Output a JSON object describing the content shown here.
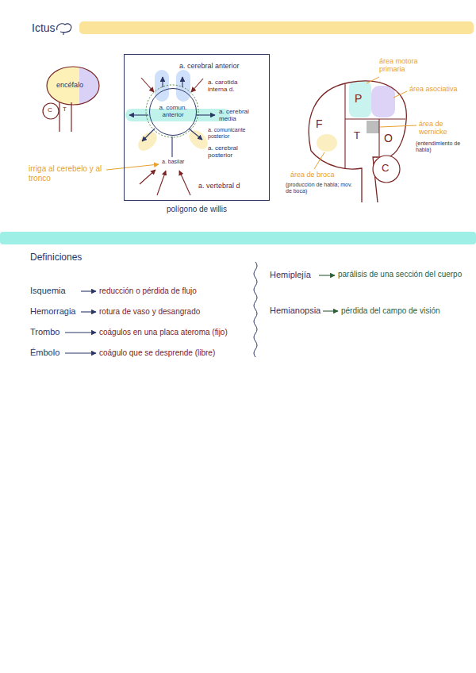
{
  "diagram": {
    "title": "Ictus",
    "nodes": [
      {
        "text": [
          "polígono de willis"
        ]
      },
      {
        "text": [
          "a. comun. anterior"
        ],
        "in": 0
      }
    ],
    "labels": [
      "encéfalo",
      "C",
      "T",
      "irriga al cerebelo y al tronco",
      "a. cerebral anterior",
      "a. carotida interna d.",
      "a. cerebral media",
      "a. comunicante posterior",
      "a. cerebral posterior",
      "a. basilar",
      "a. vertebral d",
      "área motora primaria",
      "área asociativa",
      "P",
      "F",
      "T",
      "O",
      "área de wernicke",
      "(entendimiento de habla)",
      "C",
      "área de broca",
      "(producción de habla; mov. de boca)",
      "Definiciones",
      "Isquemia",
      "reducción o pérdida de flujo",
      "Hemorragia",
      "rotura de vaso y desangrado",
      "Trombo",
      "coágulos en una placa ateroma (fijo)",
      "Émbolo",
      "coágulo que se desprende (libre)",
      "Hemiplejía",
      "parálisis de una sección del cuerpo",
      "Hemianopsia",
      "pérdida del campo de visión"
    ]
  }
}
